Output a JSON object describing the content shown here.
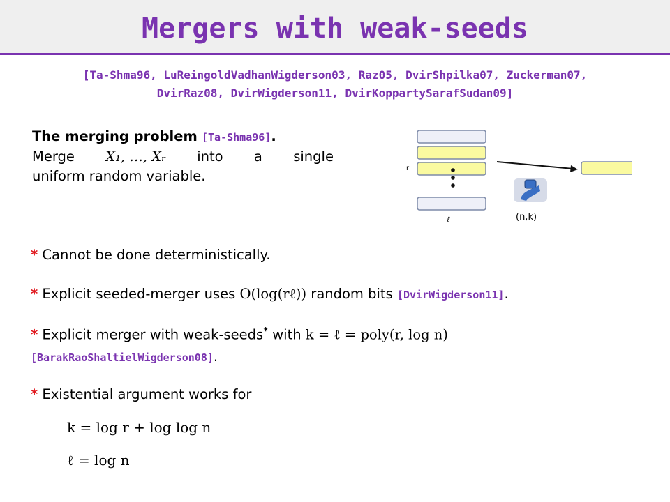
{
  "slide": {
    "title": "Mergers with weak-seeds",
    "references_line1": "[Ta-Shma96, LuReingoldVadhanWigderson03, Raz05, DvirShpilka07, Zuckerman07,",
    "references_line2": "DvirRaz08, DvirWigderson11, DvirKoppartySarafSudan09]"
  },
  "problem": {
    "heading": "The merging problem",
    "heading_cite": "[Ta-Shma96]",
    "heading_end": ".",
    "merge_word": "Merge",
    "vars": "X₁, …, Xᵣ",
    "into": "into",
    "a": "a",
    "single": "single",
    "line3": "uniform random variable."
  },
  "bullets": {
    "marker": "*",
    "b1": "Cannot be done deterministically.",
    "b2_pre": "Explicit seeded-merger uses",
    "b2_math": "O(log(rℓ))",
    "b2_post": "random bits",
    "b2_cite": "[DvirWigderson11]",
    "b2_end": ".",
    "b3_pre": "Explicit merger with weak-seeds",
    "b3_sup": "*",
    "b3_with": "with",
    "b3_math": "k = ℓ = poly(r, log n)",
    "b3_cite": "[BarakRaoShaltielWigderson08]",
    "b3_end": ".",
    "b4": "Existential argument works for"
  },
  "equations": {
    "eq1": "k = log r + log log n",
    "eq2": "ℓ = log n"
  },
  "diagram": {
    "r_label": "r",
    "ell_label": "ℓ",
    "dots": "⋮",
    "seed_label": "(n,k)",
    "colors": {
      "box_plain": "#eef0f8",
      "box_yellow": "#fafaa0",
      "box_border": "#7d8aa8",
      "seed_bg": "#d6dbe8",
      "seed_icon": "#3a6fc4"
    }
  }
}
